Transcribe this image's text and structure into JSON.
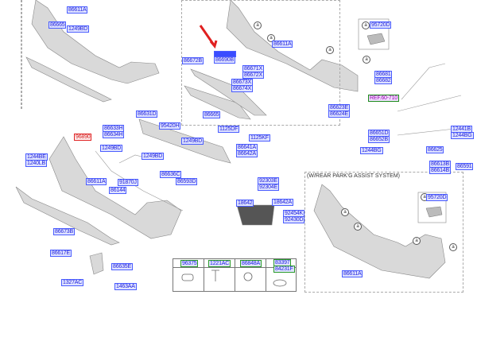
{
  "section_title": "(W/REAR PARK'G ASSIST SYSTEM)",
  "marker": "a",
  "labels": [
    "86611A",
    "86665",
    "1249BD",
    "86631D",
    "86672B",
    "86690B",
    "86671X",
    "86672X",
    "86673X",
    "86674X",
    "86665",
    "86611A",
    "95720D",
    "86681",
    "86682",
    "86623E",
    "86624E",
    "REF.60-710",
    "86651D",
    "86652B",
    "1244BG",
    "12441B",
    "1244BG",
    "86625",
    "86613B",
    "86614B",
    "86591",
    "96890",
    "1244BE",
    "1240LB",
    "86633H",
    "86634H",
    "1249BD",
    "95420H",
    "1249BD",
    "1125DF",
    "1125KF",
    "86641A",
    "86642A",
    "1249BD",
    "86636C",
    "86593D",
    "91870J",
    "86611A",
    "86144",
    "92303E",
    "92304E",
    "18642",
    "18642A",
    "92454K",
    "92430D",
    "86673B",
    "86617E",
    "86635E",
    "1327AC",
    "1463AA",
    "86611A",
    "95720D"
  ],
  "table": {
    "headers": [
      "96375",
      "1221AC",
      "86848A",
      "83397",
      "84231F"
    ]
  },
  "colors": {
    "label_border": "#4a5cff",
    "highlight": "#3a4cff",
    "arrow": "#e02020"
  }
}
